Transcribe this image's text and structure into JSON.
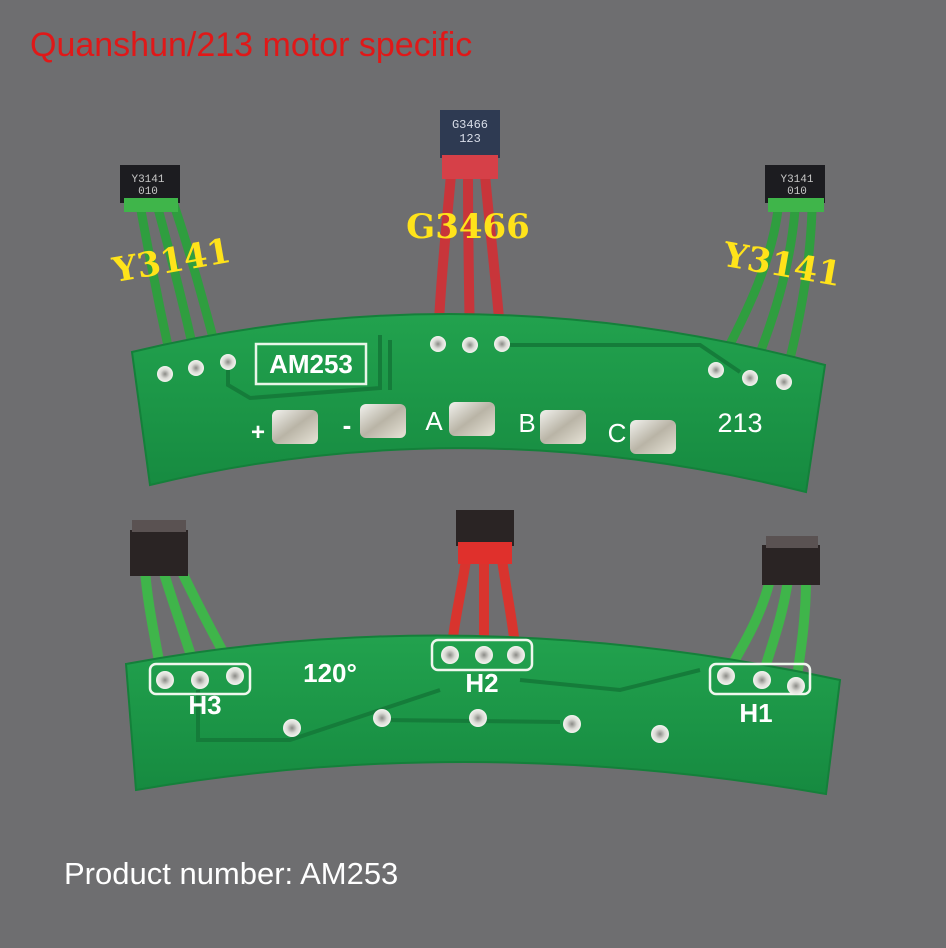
{
  "headline": "Quanshun/213 motor specific",
  "footer": "Product number: AM253",
  "top_board": {
    "model_label": "AM253",
    "number_label": "213",
    "pad_labels": [
      "+",
      "-",
      "A",
      "B",
      "C"
    ],
    "left_sensor": {
      "callout": "Y3141",
      "chip_line1": "Y3141",
      "chip_line2": "010"
    },
    "center_sensor": {
      "callout": "G3466",
      "chip_line1": "G3466",
      "chip_line2": "123"
    },
    "right_sensor": {
      "callout": "Y3141",
      "chip_line1": "Y3141",
      "chip_line2": "010"
    }
  },
  "bottom_board": {
    "angle_label": "120°",
    "hall_labels": [
      "H3",
      "H2",
      "H1"
    ]
  },
  "colors": {
    "background": "#6e6e70",
    "pcb": "#1d9a48",
    "green_wire": "#3fb54a",
    "red_wire": "#d83a3a",
    "headline": "#e01818",
    "callout": "#ffe31a"
  }
}
